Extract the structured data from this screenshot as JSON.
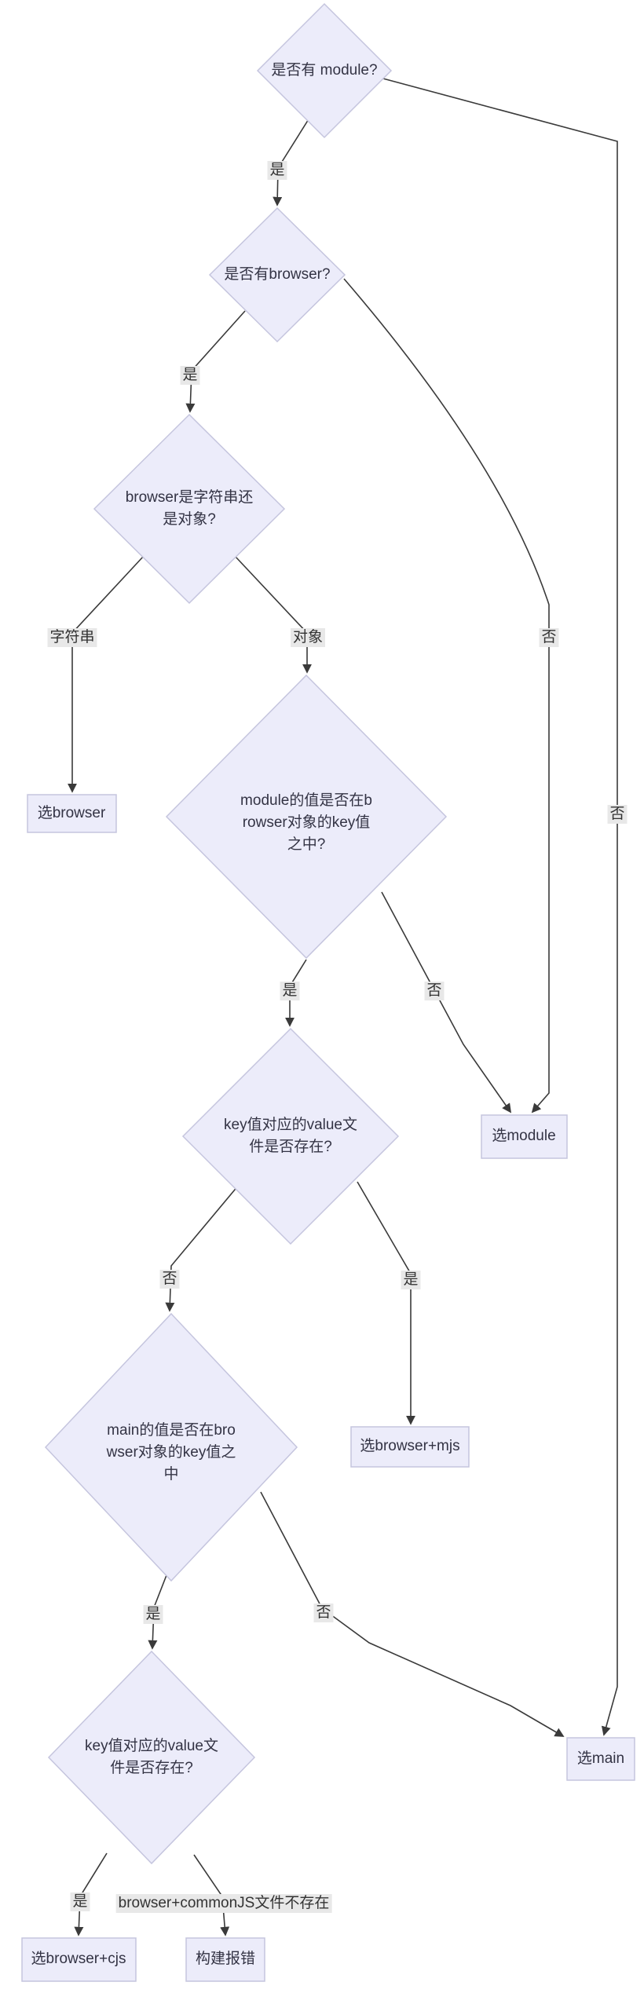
{
  "diagram": {
    "type": "flowchart",
    "colors": {
      "node_fill": "#ececfa",
      "node_border": "#c5c5de",
      "edge_color": "#3a3a3a",
      "edge_label_bg": "#e8e8e8",
      "text": "#333344",
      "background": "#ffffff"
    },
    "nodes": {
      "d1": {
        "label": "是否有 module?",
        "shape": "diamond"
      },
      "d2": {
        "label": "是否有browser?",
        "shape": "diamond"
      },
      "d3": {
        "label": "browser是字符串还是对象?",
        "shape": "diamond"
      },
      "d4": {
        "label": "module的值是否在browser对象的key值之中?",
        "shape": "diamond"
      },
      "d5": {
        "label": "key值对应的value文件是否存在?",
        "shape": "diamond"
      },
      "d6": {
        "label": "main的值是否在browser对象的key值之中",
        "shape": "diamond"
      },
      "d7": {
        "label": "key值对应的value文件是否存在?",
        "shape": "diamond"
      },
      "b_browser": {
        "label": "选browser",
        "shape": "rect"
      },
      "b_module": {
        "label": "选module",
        "shape": "rect"
      },
      "b_browser_mjs": {
        "label": "选browser+mjs",
        "shape": "rect"
      },
      "b_main": {
        "label": "选main",
        "shape": "rect"
      },
      "b_browser_cjs": {
        "label": "选browser+cjs",
        "shape": "rect"
      },
      "b_error": {
        "label": "构建报错",
        "shape": "rect"
      }
    },
    "edge_labels": {
      "e1": "是",
      "e2": "否",
      "e3": "是",
      "e4": "否",
      "e5": "字符串",
      "e6": "对象",
      "e7": "是",
      "e8": "否",
      "e9": "否",
      "e10": "是",
      "e11": "是",
      "e12": "否",
      "e13": "是",
      "e14": "browser+commonJS文件不存在"
    }
  }
}
